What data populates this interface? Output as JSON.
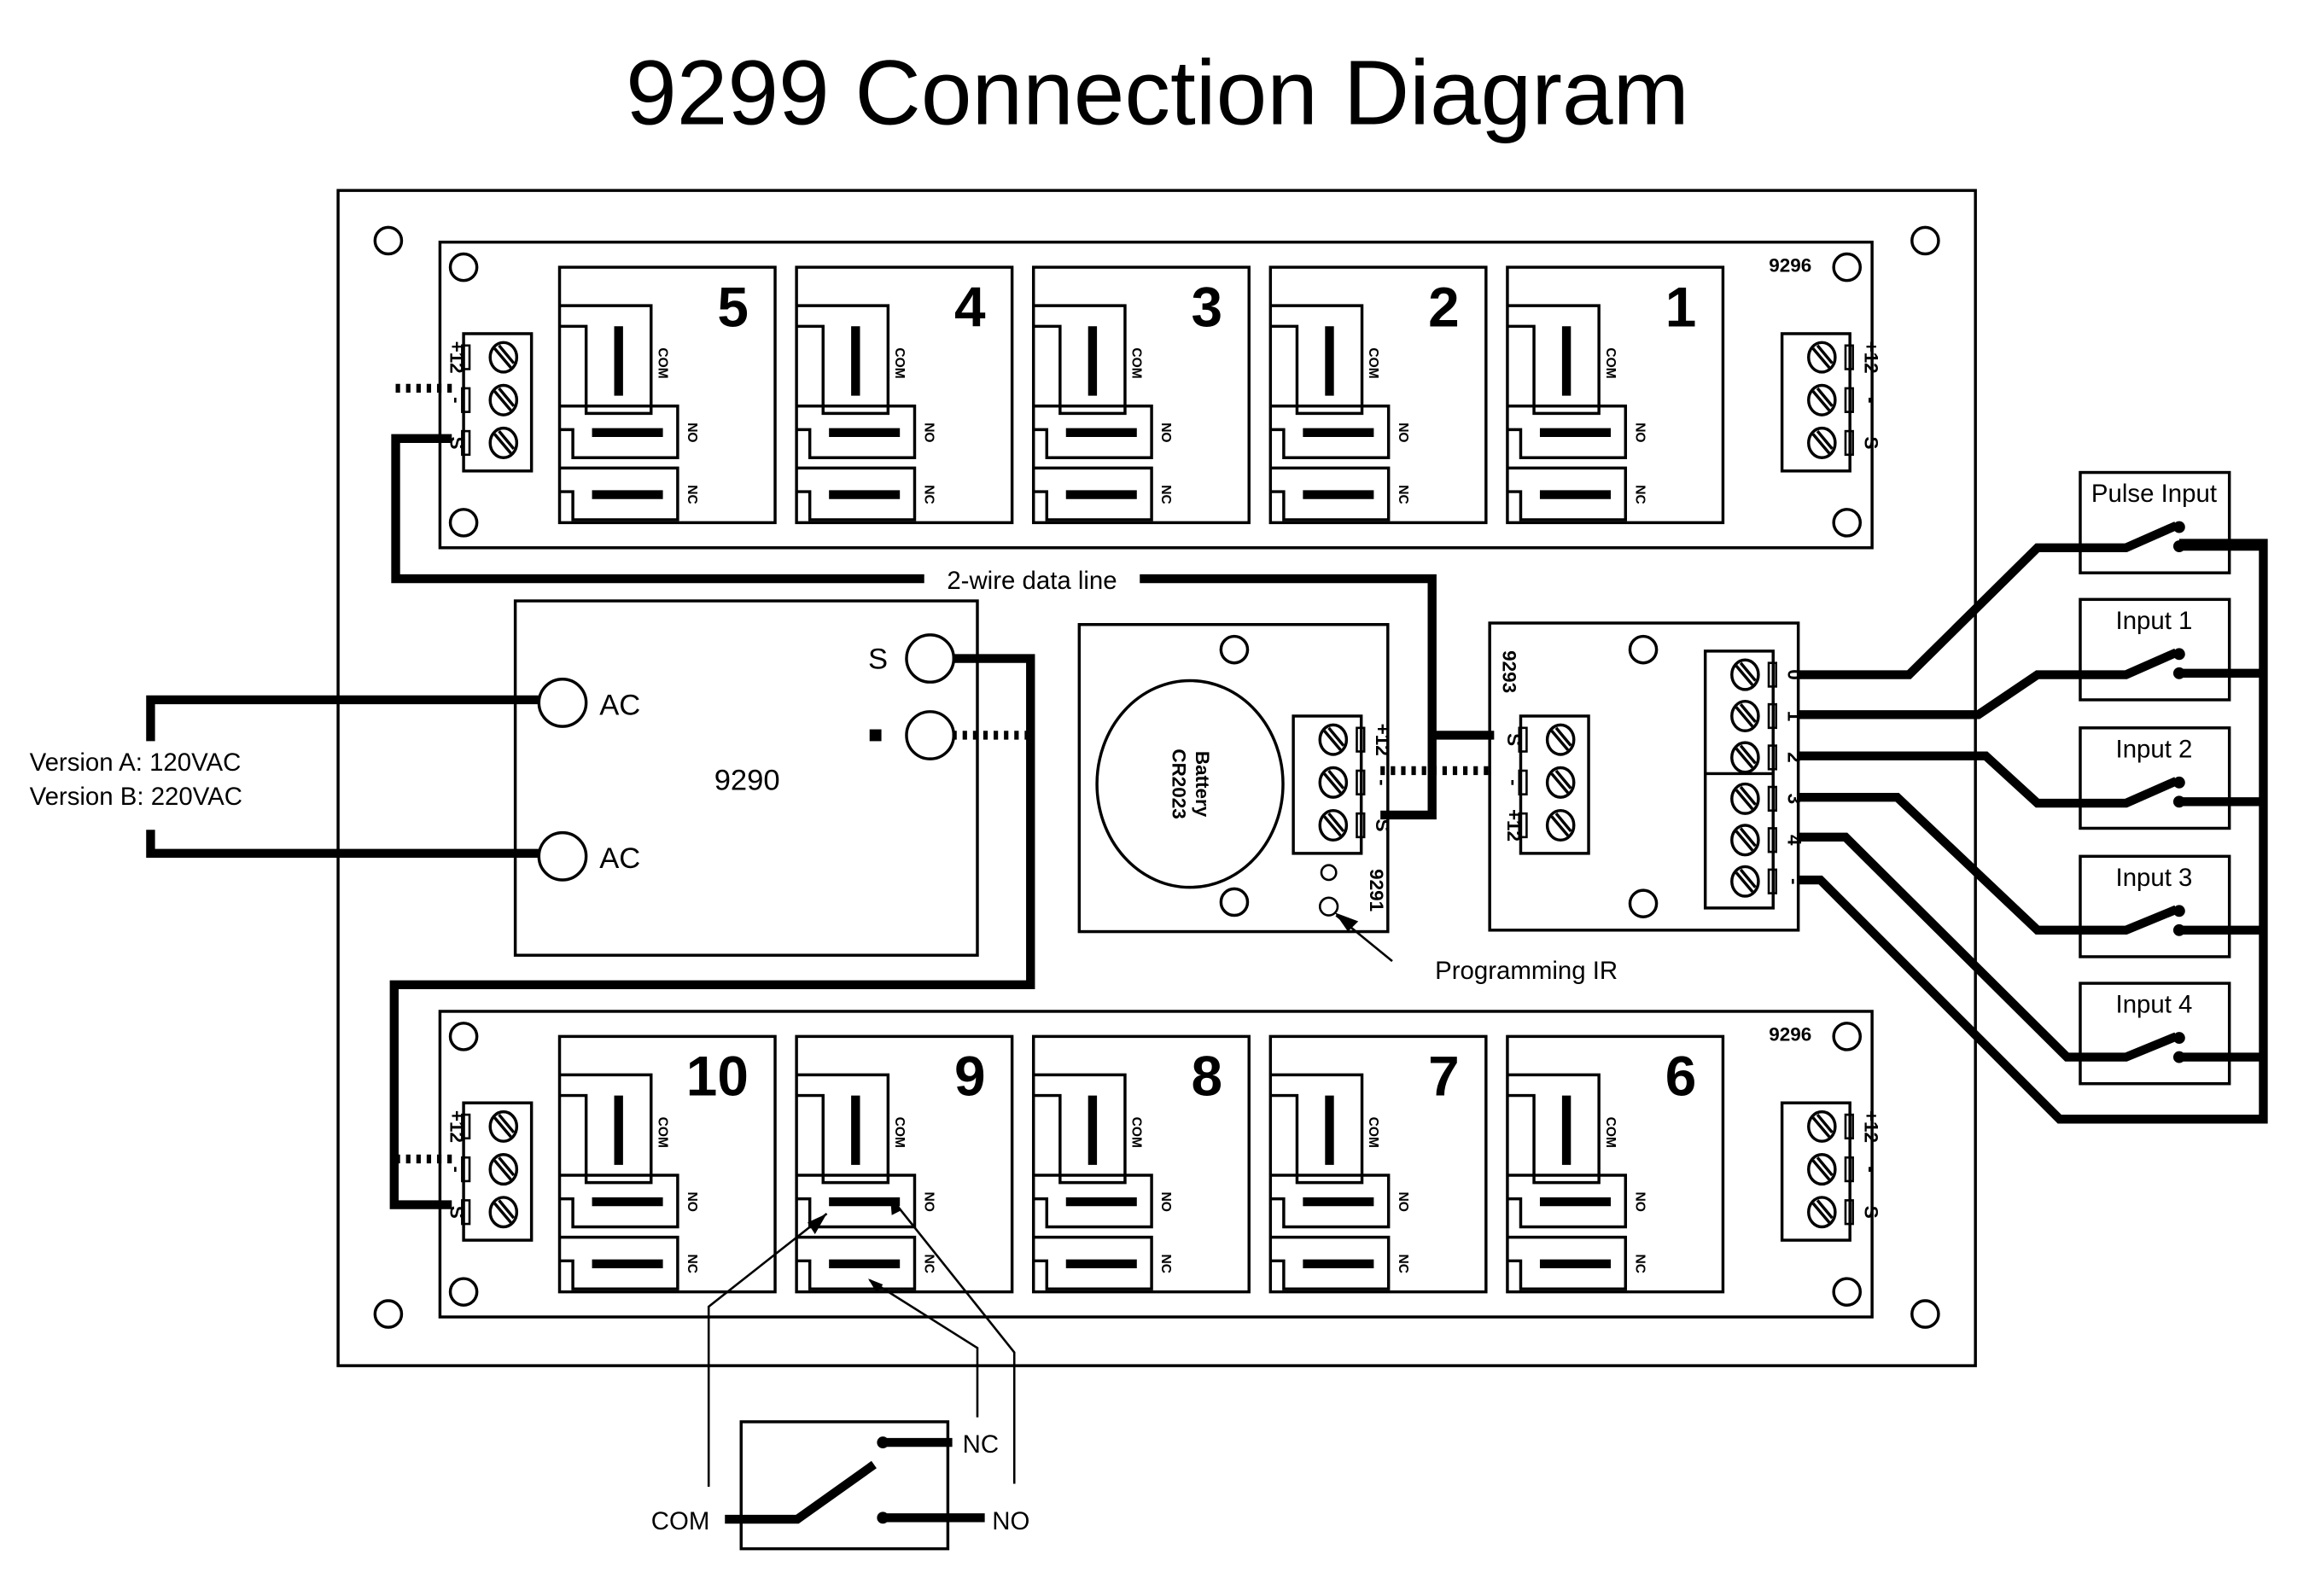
{
  "title": "9299 Connection Diagram",
  "colors": {
    "line": "#000000",
    "background": "#ffffff"
  },
  "top_board": {
    "model": "9296",
    "relays": [
      "5",
      "4",
      "3",
      "2",
      "1"
    ],
    "terminal_labels": [
      "+12",
      "-",
      "S"
    ]
  },
  "bottom_board": {
    "model": "9296",
    "relays": [
      "10",
      "9",
      "8",
      "7",
      "6"
    ],
    "terminal_labels": [
      "+12",
      "-",
      "S"
    ]
  },
  "relay_contacts": [
    "COM",
    "NO",
    "NC"
  ],
  "data_line_label": "2-wire data line",
  "power_supply": {
    "model": "9290",
    "ac_label": "AC",
    "s_label": "S",
    "minus_label": "-",
    "mains_note": [
      "Version A: 120VAC",
      "Version B: 220VAC"
    ]
  },
  "controller": {
    "model": "9291",
    "battery_label": "Battery",
    "battery_type": "CR2023",
    "terminal_labels": [
      "+12",
      "-",
      "S"
    ],
    "ir_callout": "Programming IR"
  },
  "input_board": {
    "model": "9293",
    "terminal_labels": [
      "S",
      "-",
      "+12"
    ],
    "input_terminals": [
      "0",
      "1",
      "2",
      "3",
      "4",
      "-"
    ]
  },
  "inputs": [
    "Pulse Input",
    "Input 1",
    "Input 2",
    "Input 3",
    "Input 4"
  ],
  "example_switch": {
    "com": "COM",
    "nc": "NC",
    "no": "NO"
  }
}
